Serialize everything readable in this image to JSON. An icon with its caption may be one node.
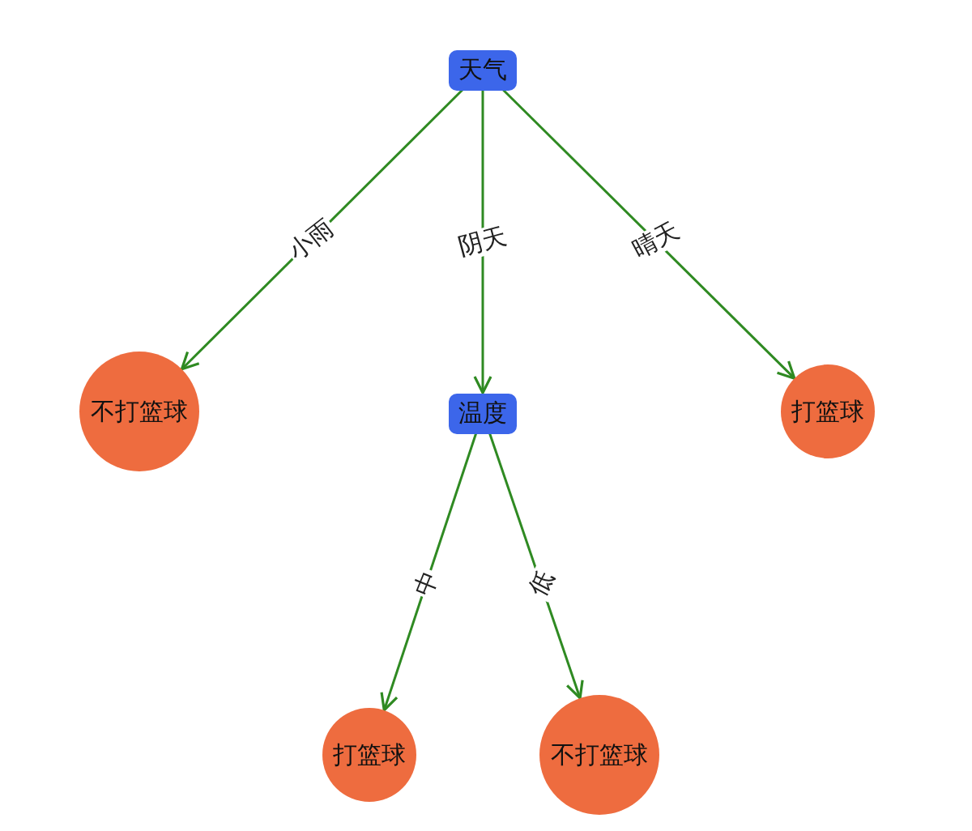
{
  "diagram": {
    "nodes": [
      {
        "text": [
          "天气"
        ]
      },
      {
        "text": [
          "不打篮球"
        ]
      },
      {
        "text": [
          "温度"
        ]
      },
      {
        "text": [
          "打篮球"
        ]
      },
      {
        "text": [
          "打篮球"
        ]
      },
      {
        "text": [
          "不打篮球"
        ]
      }
    ],
    "edges": [
      {
        "from": 0,
        "to": 1,
        "arrow": "to",
        "label": "小雨"
      },
      {
        "from": 0,
        "to": 2,
        "arrow": "to",
        "label": "阴天"
      },
      {
        "from": 0,
        "to": 3,
        "arrow": "to",
        "label": "晴天"
      },
      {
        "from": 2,
        "to": 4,
        "arrow": "to",
        "label": "中"
      },
      {
        "from": 2,
        "to": 5,
        "arrow": "to",
        "label": "低"
      }
    ]
  }
}
